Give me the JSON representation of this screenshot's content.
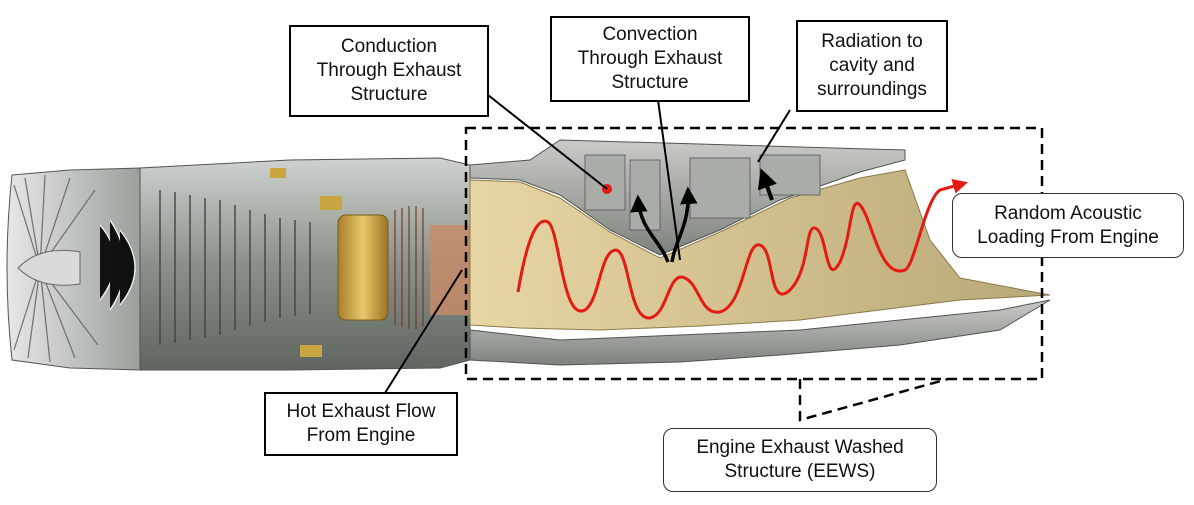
{
  "labels": {
    "conduction": "Conduction\nThrough Exhaust\nStructure",
    "convection": "Convection\nThrough Exhaust\nStructure",
    "radiation": "Radiation to\ncavity and\nsurroundings",
    "acoustic": "Random Acoustic\nLoading From Engine",
    "hot_flow": "Hot Exhaust Flow\nFrom Engine",
    "eews": "Engine Exhaust Washed\nStructure (EEWS)"
  },
  "colors": {
    "acoustic_wave": "#e41b13",
    "exhaust_fill": "#d9c89a",
    "engine_metal": "#8f948f",
    "compressor_gold": "#c9a54a"
  }
}
